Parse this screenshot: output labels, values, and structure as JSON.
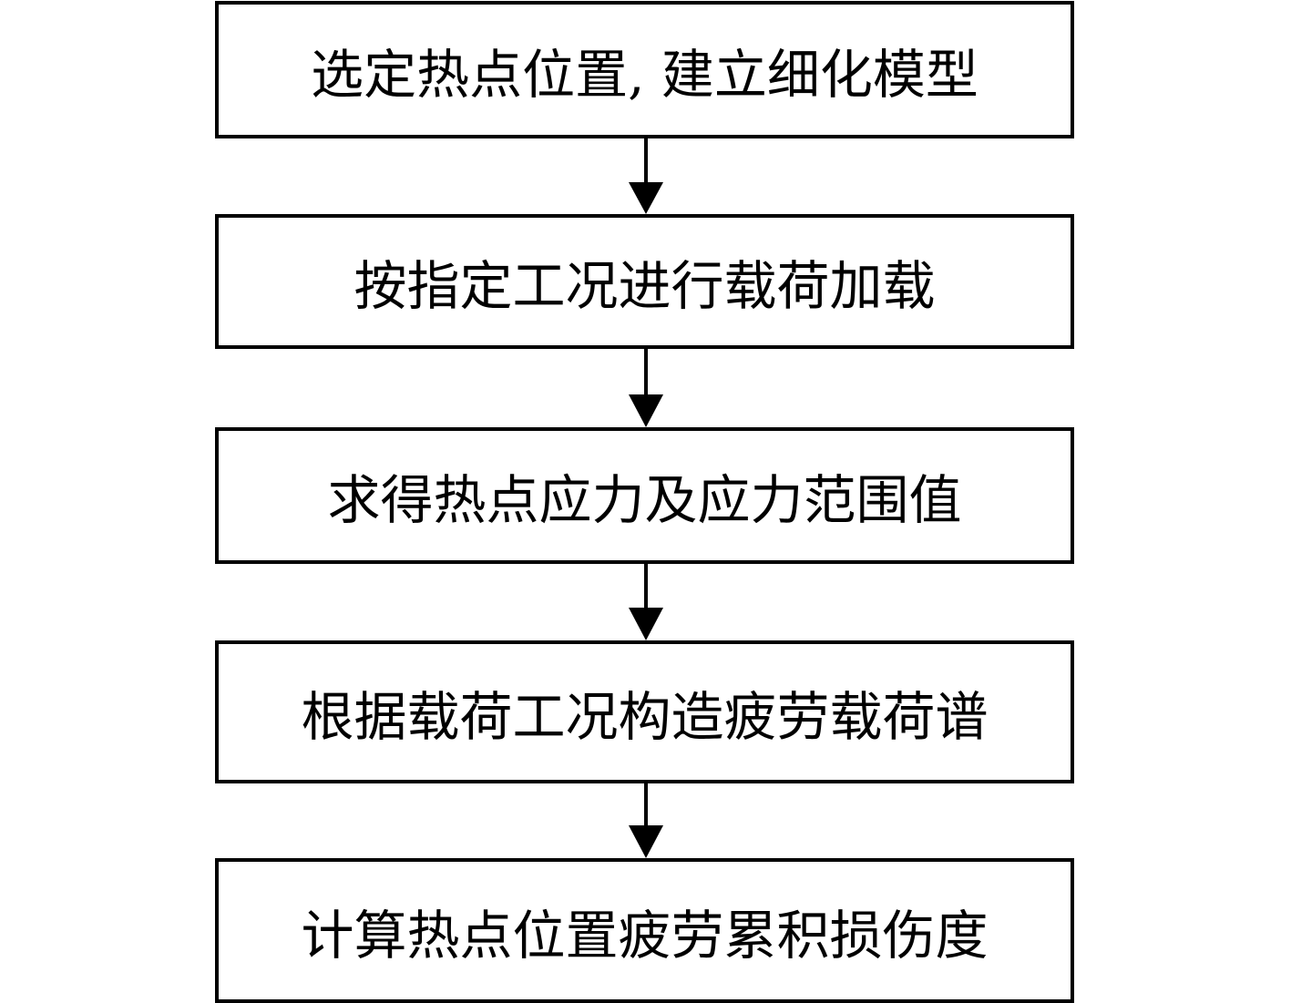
{
  "flowchart": {
    "steps": [
      {
        "label": "选定热点位置, 建立细化模型"
      },
      {
        "label": "按指定工况进行载荷加载"
      },
      {
        "label": "求得热点应力及应力范围值"
      },
      {
        "label": "根据载荷工况构造疲劳载荷谱"
      },
      {
        "label": "计算热点位置疲劳累积损伤度"
      }
    ]
  },
  "colors": {
    "stroke": "#000000",
    "background": "#ffffff"
  }
}
